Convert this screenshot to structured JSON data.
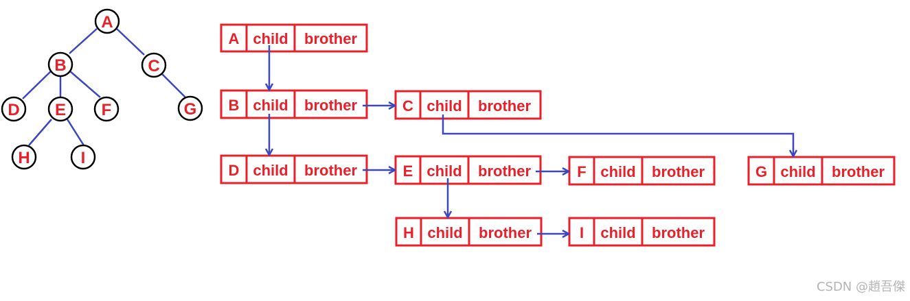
{
  "colors": {
    "label": "#e8202a",
    "edge": "#3c46c0",
    "node_outline": "#000000",
    "watermark": "#b4b4b4"
  },
  "tree": {
    "nodes": [
      "A",
      "B",
      "C",
      "D",
      "E",
      "F",
      "G",
      "H",
      "I"
    ],
    "edges": [
      [
        "A",
        "B"
      ],
      [
        "A",
        "C"
      ],
      [
        "B",
        "D"
      ],
      [
        "B",
        "E"
      ],
      [
        "B",
        "F"
      ],
      [
        "C",
        "G"
      ],
      [
        "E",
        "H"
      ],
      [
        "E",
        "I"
      ]
    ]
  },
  "child_brother_list": {
    "field_child": "child",
    "field_brother": "brother",
    "records": [
      "A",
      "B",
      "C",
      "D",
      "E",
      "F",
      "G",
      "H",
      "I"
    ],
    "child_links": [
      [
        "A",
        "B"
      ],
      [
        "B",
        "D"
      ],
      [
        "C",
        "G"
      ],
      [
        "E",
        "H"
      ]
    ],
    "brother_links": [
      [
        "B",
        "C"
      ],
      [
        "D",
        "E"
      ],
      [
        "E",
        "F"
      ],
      [
        "H",
        "I"
      ]
    ]
  },
  "watermark": "CSDN @趙吾傑"
}
